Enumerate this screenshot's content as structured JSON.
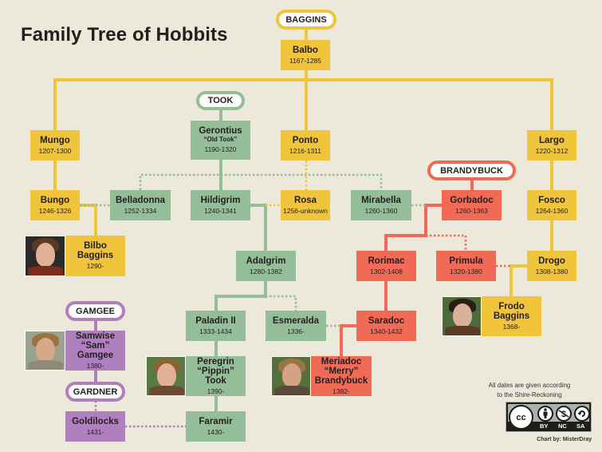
{
  "title": "Family Tree of Hobbits",
  "families": {
    "baggins": "BAGGINS",
    "took": "TOOK",
    "brandybuck": "BRANDYBUCK",
    "gamgee": "GAMGEE",
    "gardner": "GARDNER"
  },
  "colors": {
    "background": "#ece9da",
    "baggins": "#f0c43b",
    "took": "#94be98",
    "brandybuck": "#f06a56",
    "gamgee": "#b07fbe"
  },
  "people": {
    "balbo": {
      "name": "Balbo",
      "dates": "1167-1285"
    },
    "mungo": {
      "name": "Mungo",
      "dates": "1207-1300"
    },
    "gerontius": {
      "name": "Gerontius",
      "nickname": "“Old Took”",
      "dates": "1190-1320"
    },
    "ponto": {
      "name": "Ponto",
      "dates": "1216-1311"
    },
    "largo": {
      "name": "Largo",
      "dates": "1220-1312"
    },
    "bungo": {
      "name": "Bungo",
      "dates": "1246-1326"
    },
    "belladonna": {
      "name": "Belladonna",
      "dates": "1252-1334"
    },
    "hildigrim": {
      "name": "Hildigrim",
      "dates": "1240-1341"
    },
    "rosa": {
      "name": "Rosa",
      "dates": "1256-unknown"
    },
    "mirabella": {
      "name": "Mirabella",
      "dates": "1260-1360"
    },
    "gorbadoc": {
      "name": "Gorbadoc",
      "dates": "1260-1363"
    },
    "fosco": {
      "name": "Fosco",
      "dates": "1264-1360"
    },
    "bilbo": {
      "name1": "Bilbo",
      "name2": "Baggins",
      "dates": "1290-"
    },
    "adalgrim": {
      "name": "Adalgrim",
      "dates": "1280-1382"
    },
    "rorimac": {
      "name": "Rorimac",
      "dates": "1302-1408"
    },
    "primula": {
      "name": "Primula",
      "dates": "1320-1380"
    },
    "drogo": {
      "name": "Drogo",
      "dates": "1308-1380"
    },
    "frodo": {
      "name1": "Frodo",
      "name2": "Baggins",
      "dates": "1368-"
    },
    "paladin": {
      "name": "Paladin II",
      "dates": "1333-1434"
    },
    "esmeralda": {
      "name": "Esmeralda",
      "dates": "1336-"
    },
    "saradoc": {
      "name": "Saradoc",
      "dates": "1340-1432"
    },
    "sam": {
      "name1": "Samwise",
      "name2": "“Sam”",
      "name3": "Gamgee",
      "dates": "1380-"
    },
    "pippin": {
      "name1": "Peregrin",
      "name2": "“Pippin”",
      "name3": "Took",
      "dates": "1390-"
    },
    "merry": {
      "name1": "Meriadoc",
      "name2": "“Merry”",
      "name3": "Brandybuck",
      "dates": "1382-"
    },
    "goldilocks": {
      "name": "Goldilocks",
      "dates": "1431-"
    },
    "faramir": {
      "name": "Faramir",
      "dates": "1430-"
    }
  },
  "footer": {
    "note_line1": "All dates are given according",
    "note_line2": "to the Shire-Reckoning",
    "license": {
      "cc": "cc",
      "by": "BY",
      "nc": "NC",
      "sa": "SA"
    },
    "credit": "Chart by: MisterDray"
  }
}
